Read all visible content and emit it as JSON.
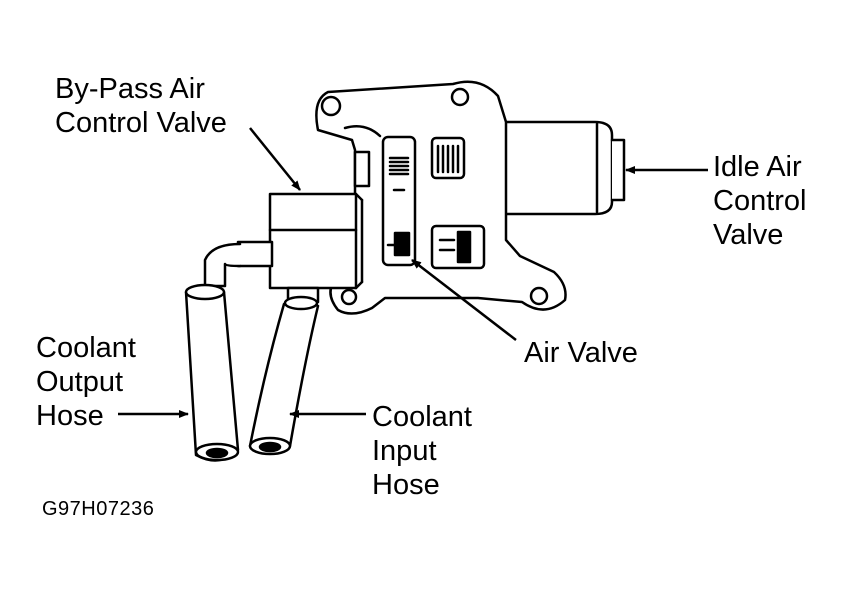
{
  "labels": {
    "bypass_line1": "By-Pass Air",
    "bypass_line2": "Control Valve",
    "idle_line1": "Idle Air",
    "idle_line2": "Control",
    "idle_line3": "Valve",
    "air_valve": "Air Valve",
    "output_line1": "Coolant",
    "output_line2": "Output",
    "output_line3": "Hose",
    "input_line1": "Coolant",
    "input_line2": "Input",
    "input_line3": "Hose"
  },
  "figure_code": "G97H07236"
}
